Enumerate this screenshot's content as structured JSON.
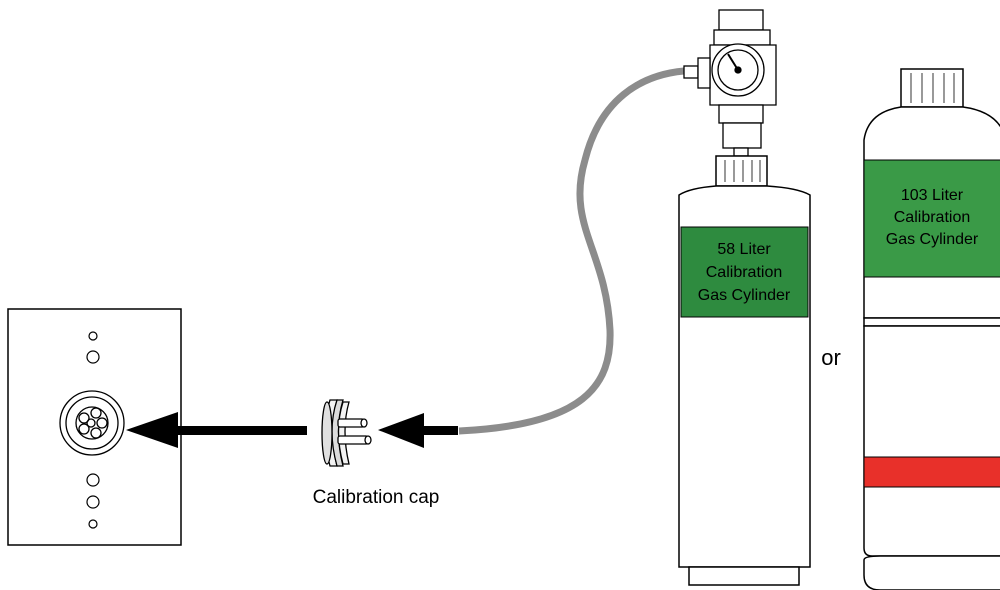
{
  "cylinder_small": {
    "label_lines": [
      "58 Liter",
      "Calibration",
      "Gas Cylinder"
    ]
  },
  "cylinder_large": {
    "label_lines": [
      "103 Liter",
      "Calibration",
      "Gas Cylinder"
    ]
  },
  "separator": "or",
  "cap": {
    "label": "Calibration cap"
  },
  "colors": {
    "label_green": "#3a9a47",
    "label_green_dark": "#2e8b3f",
    "band_red": "#e8302a",
    "hose_gray": "#8c8c8c",
    "outline": "#000000"
  }
}
